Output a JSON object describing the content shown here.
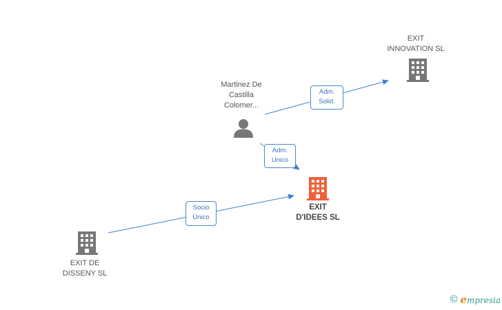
{
  "colors": {
    "edge": "#3f7fcf",
    "company": "#777777",
    "focus_company": "#f0603a",
    "person": "#777777"
  },
  "nodes": {
    "person": {
      "icon": "person-icon",
      "lines": [
        "Martinez De",
        "Castilla",
        "Colomer..."
      ]
    },
    "innovation": {
      "icon": "building-icon",
      "lines": [
        "EXIT",
        "INNOVATION SL"
      ]
    },
    "idees": {
      "icon": "building-icon",
      "lines": [
        "EXIT",
        "D'IDEES  SL"
      ]
    },
    "disseny": {
      "icon": "building-icon",
      "lines": [
        "EXIT DE",
        "DISSENY  SL"
      ]
    }
  },
  "edges": {
    "person_innovation": {
      "lines": [
        "Adm.",
        "Solid."
      ]
    },
    "person_idees": {
      "lines": [
        "Adm.",
        "Unico"
      ]
    },
    "disseny_idees": {
      "lines": [
        "Socio",
        "Único"
      ]
    }
  },
  "footer": {
    "copyright": "©",
    "brand_initial": "e",
    "brand_rest": "mpresia"
  }
}
